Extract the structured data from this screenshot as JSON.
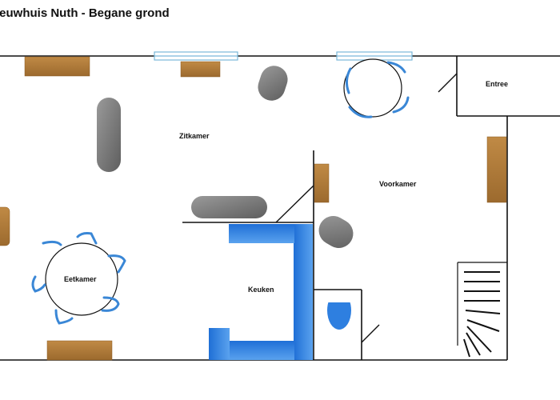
{
  "title": "ieuwhuis Nuth - Begane grond",
  "rooms": {
    "zitkamer": "Zitkamer",
    "voorkamer": "Voorkamer",
    "entree": "Entree",
    "eetkamer": "Eetkamer",
    "keuken": "Keuken"
  },
  "colors": {
    "wall": "#111111",
    "furniture_wood": "#b07a3a",
    "sofa": "#808080",
    "kitchen": "#2e7fe0",
    "chair": "#3a87d6",
    "window": "#7ab8d9"
  }
}
